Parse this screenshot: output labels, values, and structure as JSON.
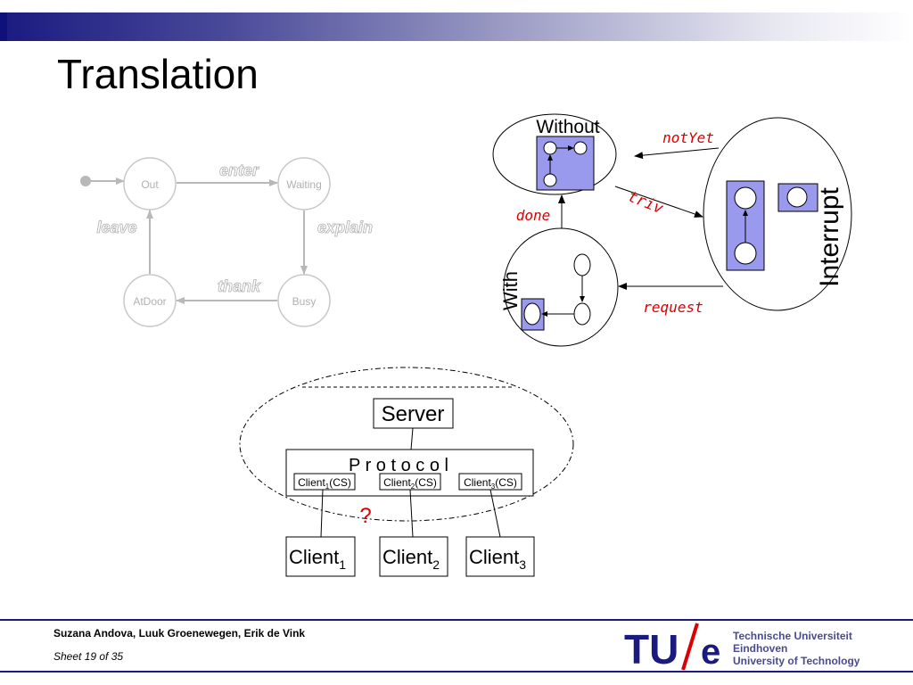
{
  "slide": {
    "title": "Translation"
  },
  "state_machine": {
    "states": [
      "Out",
      "Waiting",
      "Busy",
      "AtDoor"
    ],
    "transitions": [
      "enter",
      "explain",
      "thank",
      "leave"
    ]
  },
  "cluster_diagram": {
    "nodes": [
      "Without",
      "Interrupt",
      "With"
    ],
    "edges": [
      "notYet",
      "triv",
      "done",
      "request"
    ]
  },
  "protocol_diagram": {
    "server": "Server",
    "protocol": "P r o t o c o l",
    "client_prefix": "Client",
    "cs_suffix": "(CS)",
    "indices": [
      "1",
      "2",
      "3"
    ],
    "question": "?"
  },
  "footer": {
    "authors": "Suzana Andova, Luuk Groenewegen, Erik de Vink",
    "sheet": "Sheet 19 of  35",
    "logo_text": "TU/e",
    "logo_line1": "Technische Universiteit",
    "logo_line2": "Eindhoven",
    "logo_line3": "University of Technology"
  },
  "colors": {
    "accent": "#1a1a80",
    "box_fill": "#9999ee",
    "red_label": "#dd0000",
    "faded": "#b8b8b8"
  }
}
